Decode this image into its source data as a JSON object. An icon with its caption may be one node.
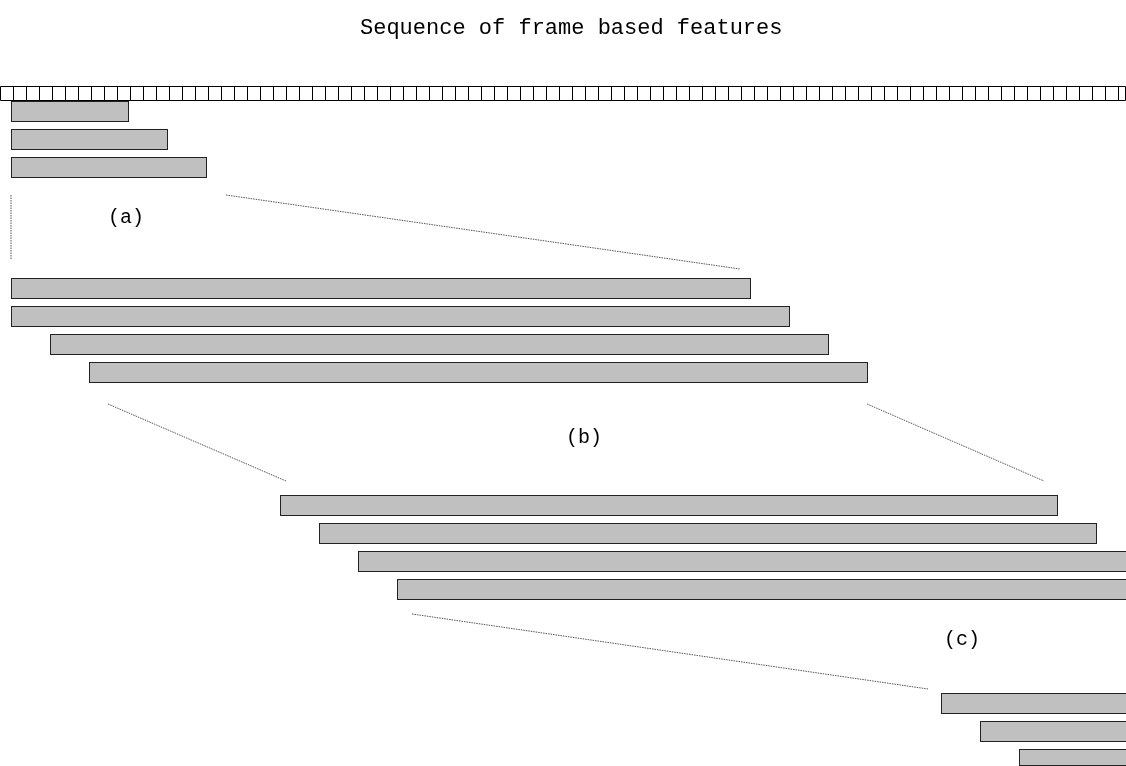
{
  "diagram": {
    "title": "Sequence of frame based features",
    "nodes": [
      {
        "text": [],
        "shape": "bar"
      },
      {
        "text": [],
        "shape": "bar"
      },
      {
        "text": [],
        "shape": "bar"
      },
      {
        "text": [],
        "shape": "bar"
      },
      {
        "text": [],
        "shape": "bar"
      },
      {
        "text": [],
        "shape": "bar"
      },
      {
        "text": [],
        "shape": "bar"
      },
      {
        "text": [],
        "shape": "bar"
      },
      {
        "text": [],
        "shape": "bar"
      },
      {
        "text": [],
        "shape": "bar"
      },
      {
        "text": [],
        "shape": "bar"
      },
      {
        "text": [],
        "shape": "bar"
      },
      {
        "text": [],
        "shape": "bar"
      },
      {
        "text": [],
        "shape": "bar"
      }
    ],
    "labels": [
      "(a)",
      "(b)",
      "(c)"
    ]
  }
}
